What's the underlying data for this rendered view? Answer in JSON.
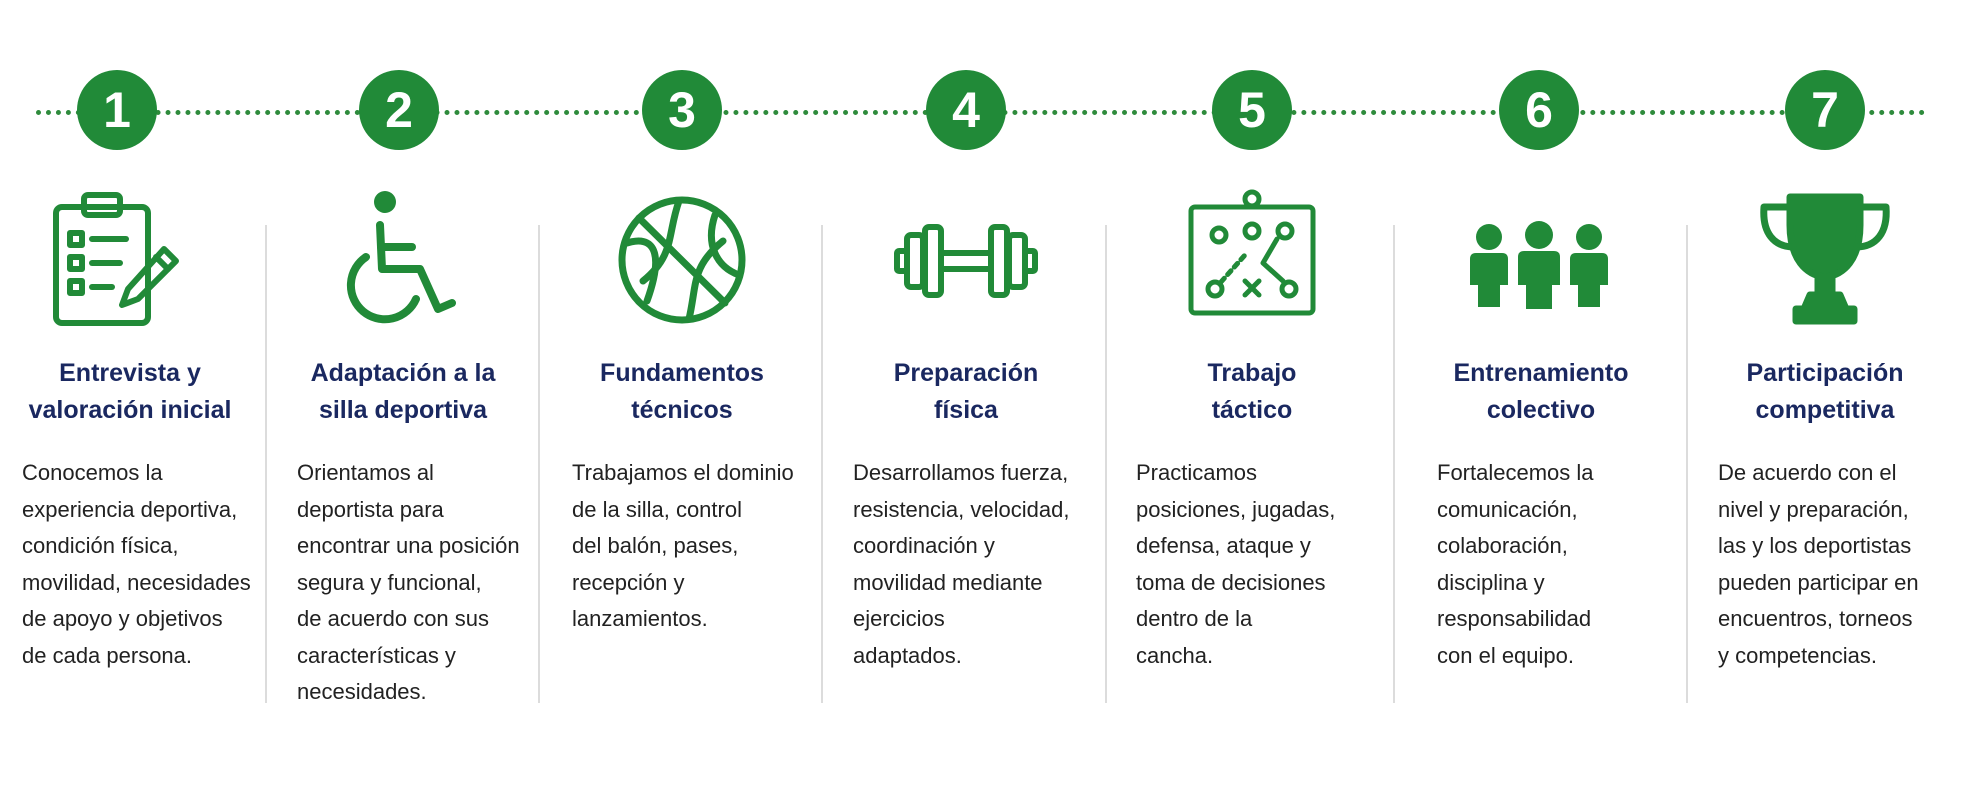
{
  "accent_color": "#218a38",
  "title_color": "#1a2860",
  "steps": [
    {
      "number": "1",
      "icon": "clipboard-checklist-icon",
      "title": [
        "Entrevista y",
        "valoración inicial"
      ],
      "description": [
        "Conocemos la",
        "experiencia deportiva,",
        "condición física,",
        "movilidad, necesidades",
        "de apoyo y objetivos",
        "de cada persona."
      ]
    },
    {
      "number": "2",
      "icon": "wheelchair-icon",
      "title": [
        "Adaptación a la",
        "silla deportiva"
      ],
      "description": [
        "Orientamos al",
        "deportista para",
        "encontrar una posición",
        "segura y funcional,",
        "de acuerdo con sus",
        "características y",
        "necesidades."
      ]
    },
    {
      "number": "3",
      "icon": "basketball-icon",
      "title": [
        "Fundamentos",
        "técnicos"
      ],
      "description": [
        "Trabajamos el dominio",
        "de la silla, control",
        "del balón, pases,",
        "recepción y",
        "lanzamientos."
      ]
    },
    {
      "number": "4",
      "icon": "dumbbell-icon",
      "title": [
        "Preparación",
        "física"
      ],
      "description": [
        "Desarrollamos fuerza,",
        "resistencia, velocidad,",
        "coordinación y",
        "movilidad mediante",
        "ejercicios",
        "adaptados."
      ]
    },
    {
      "number": "5",
      "icon": "tactics-board-icon",
      "title": [
        "Trabajo",
        "táctico"
      ],
      "description": [
        "Practicamos",
        "posiciones, jugadas,",
        "defensa, ataque y",
        "toma de decisiones",
        "dentro de la",
        "cancha."
      ]
    },
    {
      "number": "6",
      "icon": "team-people-icon",
      "title": [
        "Entrenamiento",
        "colectivo"
      ],
      "description": [
        "Fortalecemos la",
        "comunicación,",
        "colaboración,",
        "disciplina y",
        "responsabilidad",
        "con el equipo."
      ]
    },
    {
      "number": "7",
      "icon": "trophy-icon",
      "title": [
        "Participación",
        "competitiva"
      ],
      "description": [
        "De acuerdo con el",
        "nivel y preparación,",
        "las y los deportistas",
        "pueden participar en",
        "encuentros, torneos",
        "y competencias."
      ]
    }
  ]
}
